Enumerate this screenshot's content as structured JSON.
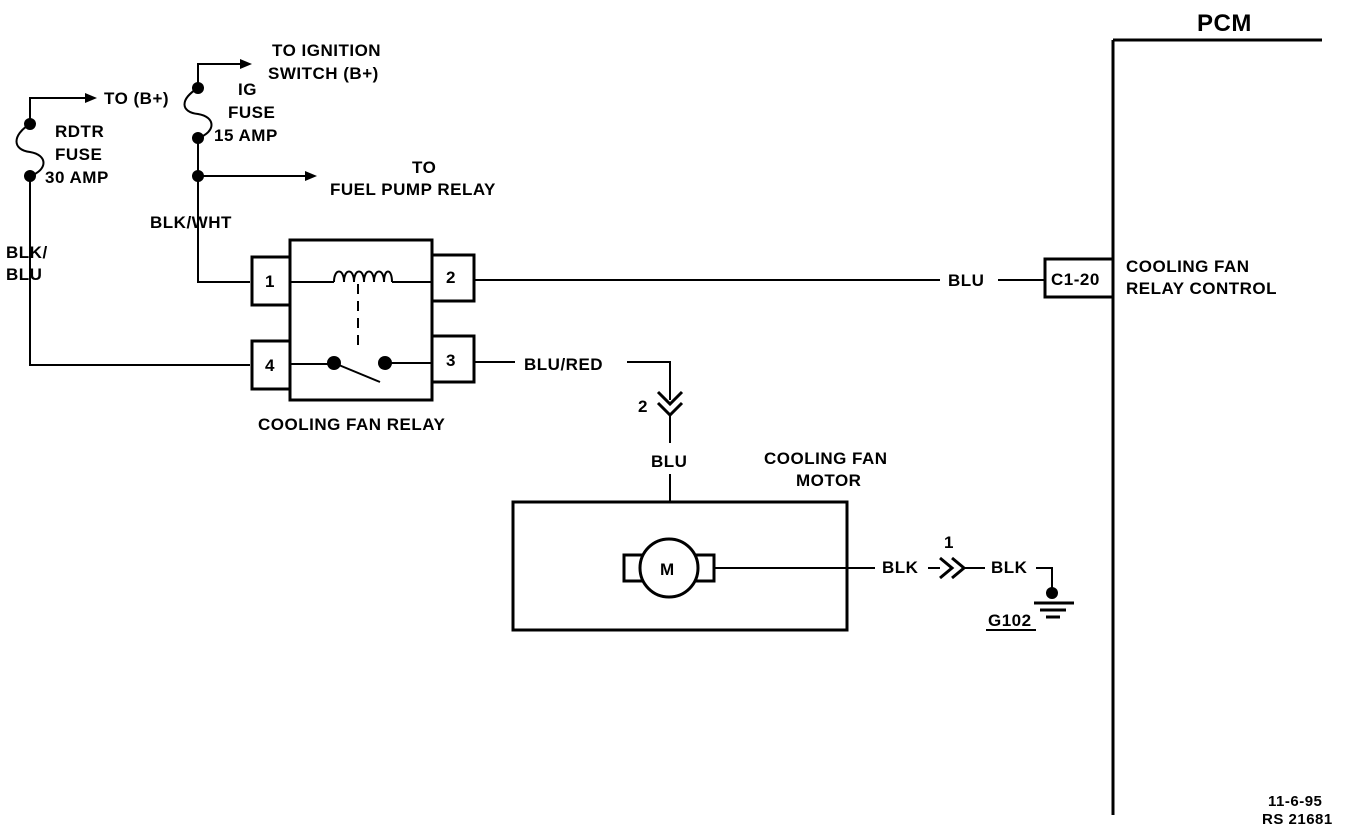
{
  "pcm": {
    "title": "PCM",
    "pin": "C1-20",
    "function_line1": "COOLING FAN",
    "function_line2": "RELAY CONTROL"
  },
  "fuses": {
    "rdtr_line1": "RDTR",
    "rdtr_line2": "FUSE",
    "rdtr_line3": "30 AMP",
    "ig_line1": "IG",
    "ig_line2": "FUSE",
    "ig_line3": "15 AMP"
  },
  "feeds": {
    "to_battery": "TO (B+)",
    "to_ignition_line1": "TO IGNITION",
    "to_ignition_line2": "SWITCH (B+)",
    "to_fuel_line1": "TO",
    "to_fuel_line2": "FUEL PUMP RELAY"
  },
  "wires": {
    "blk_blu_line1": "BLK/",
    "blk_blu_line2": "BLU",
    "blk_wht": "BLK/WHT",
    "blu_control": "BLU",
    "blu_red": "BLU/RED",
    "blu_motor": "BLU",
    "blk_motor": "BLK",
    "blk_ground": "BLK"
  },
  "relay": {
    "label": "COOLING FAN RELAY",
    "pins": [
      "1",
      "2",
      "3",
      "4"
    ]
  },
  "connectors": {
    "motor_feed": "2",
    "ground": "1"
  },
  "motor": {
    "label_line1": "COOLING FAN",
    "label_line2": "MOTOR",
    "symbol": "M"
  },
  "ground": {
    "id": "G102"
  },
  "footer": {
    "date": "11-6-95",
    "ref": "RS 21681"
  }
}
